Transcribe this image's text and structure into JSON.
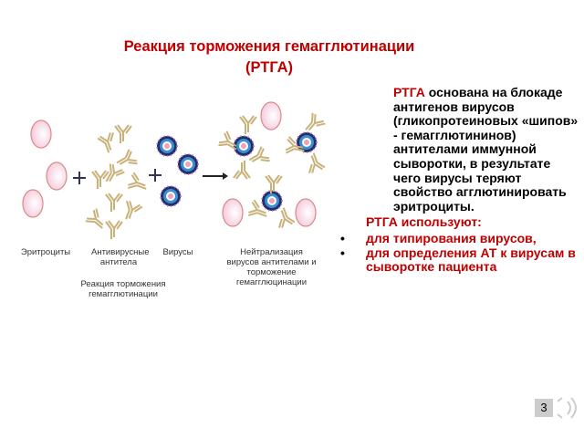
{
  "title": {
    "line1": "Реакция торможения гемагглютинации",
    "line2": "(РТГА)"
  },
  "body": {
    "p1_bold": "РТГА",
    "p1_rest": " основана на блокаде антигенов вирусов (гликопротеиновых «шипов» - гемагглютининов) антителами иммунной сыворотки, в результате чего вирусы теряют свойство агглютинировать эритроциты.",
    "p2": "РТГА используют:",
    "bullets": [
      "для типирования вирусов,",
      "для определения АТ к вирусам в сыворотке пациента"
    ]
  },
  "diagram": {
    "labels": {
      "erythrocytes": "Эритроциты",
      "antibodies": "Антивирусные антитела",
      "viruses": "Вирусы",
      "result": "Нейтрализация вирусов антителами и торможение гемагглюцинации",
      "caption": "Реакция торможения гемагглютинации"
    }
  },
  "slide_number": "3",
  "colors": {
    "accent": "#c00000"
  }
}
